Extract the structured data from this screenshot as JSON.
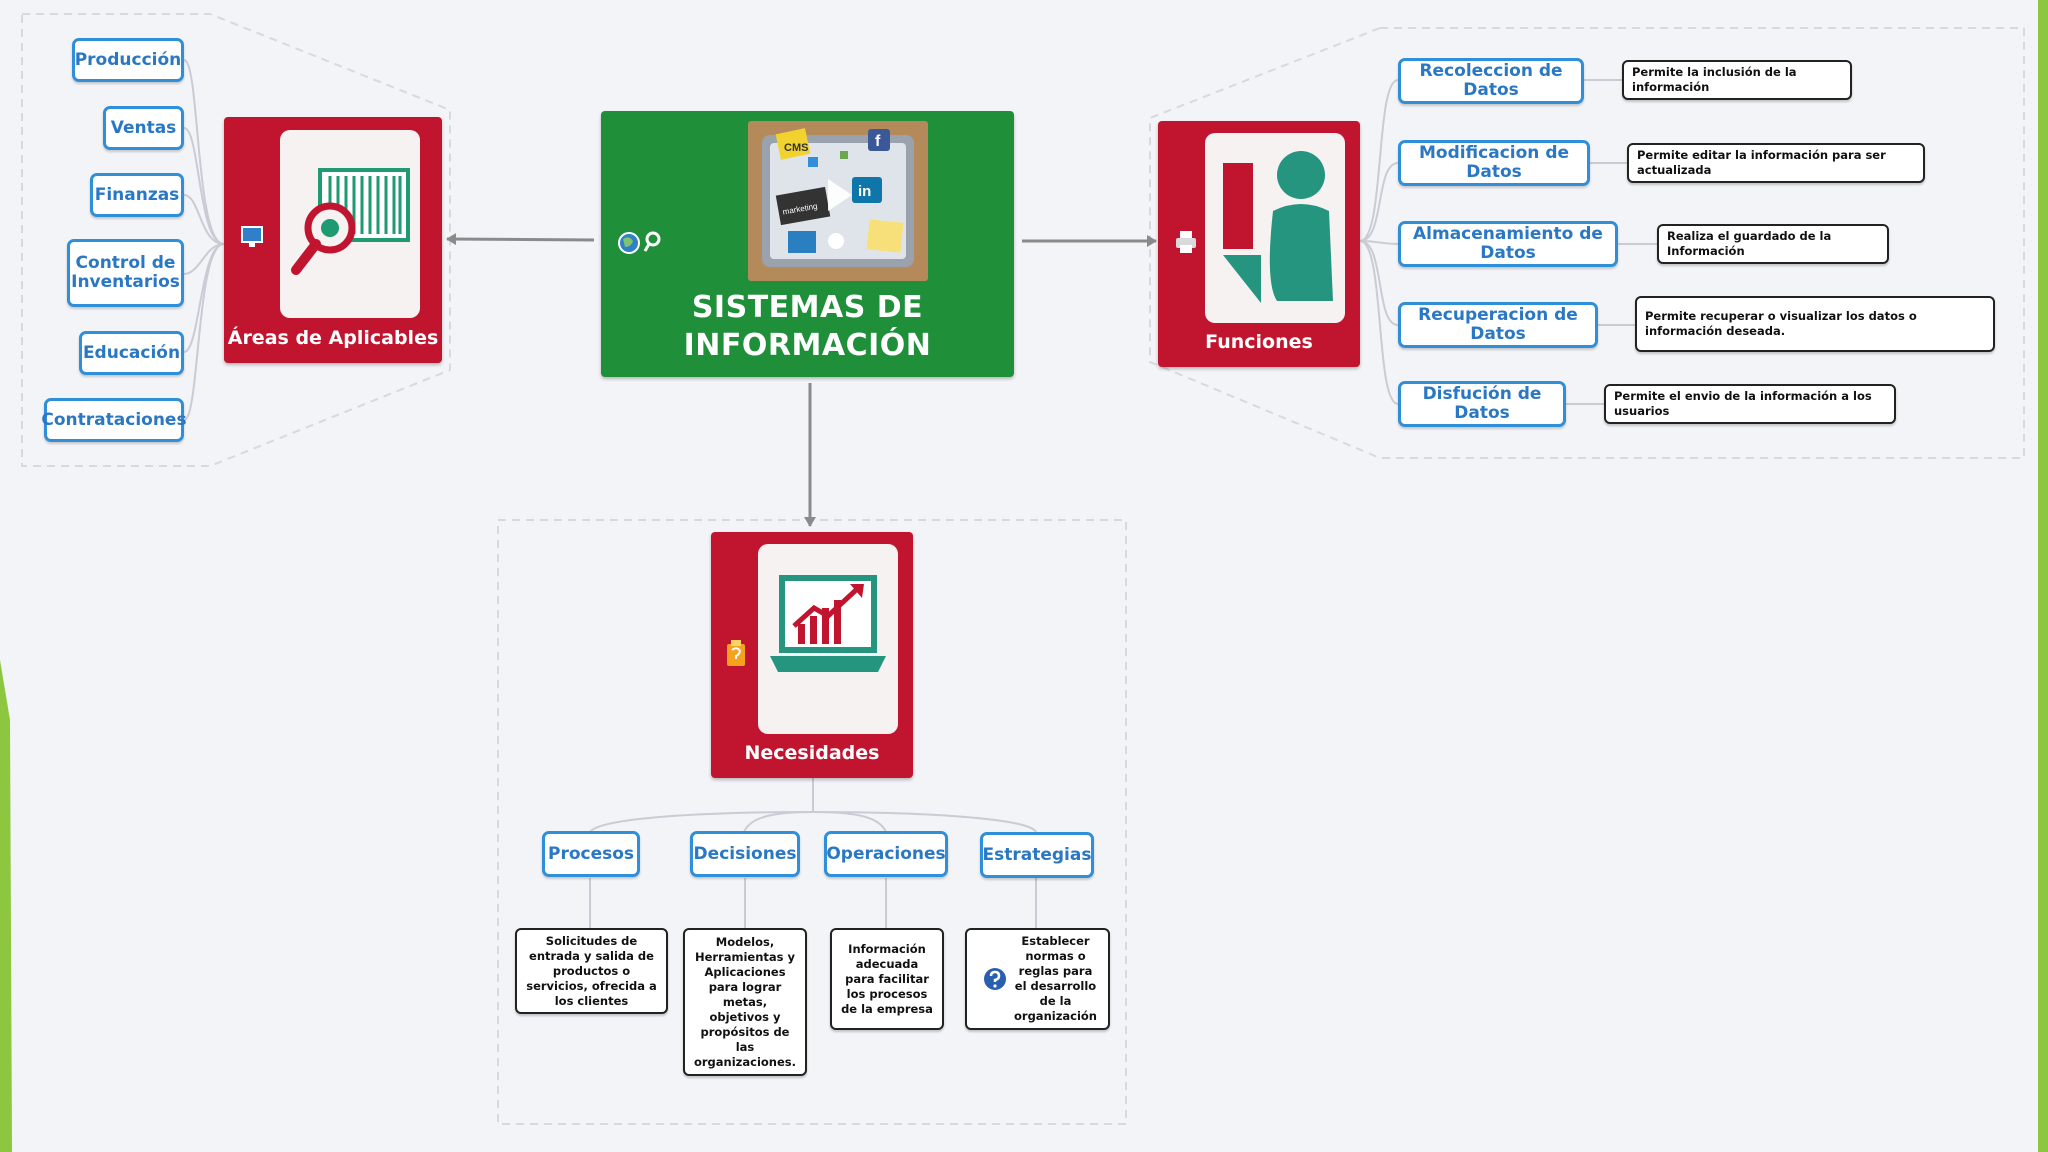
{
  "central": {
    "title": "SISTEMAS DE INFORMACIÓN"
  },
  "areas": {
    "title": "Áreas de Aplicables",
    "items": [
      "Producción",
      "Ventas",
      "Finanzas",
      "Control de Inventarios",
      "Educación",
      "Contrataciones"
    ]
  },
  "funciones": {
    "title": "Funciones",
    "items": [
      {
        "label": "Recoleccion de Datos",
        "desc": "Permite la inclusión de la información"
      },
      {
        "label": "Modificacion de Datos",
        "desc": "Permite editar la información para ser actualizada"
      },
      {
        "label": "Almacenamiento de Datos",
        "desc": "Realiza el guardado de la Información"
      },
      {
        "label": "Recuperacion de Datos",
        "desc": "Permite recuperar o visualizar los datos o información deseada."
      },
      {
        "label": "Disfución de Datos",
        "desc": "Permite el envio de la información a los usuarios"
      }
    ]
  },
  "necesidades": {
    "title": "Necesidades",
    "items": [
      {
        "label": "Procesos",
        "desc": "Solicitudes de entrada y salida de productos o servicios, ofrecida a los clientes"
      },
      {
        "label": "Decisiones",
        "desc": "Modelos, Herramientas y Aplicaciones para lograr metas, objetivos y propósitos de las organizaciones."
      },
      {
        "label": "Operaciones",
        "desc": "Información adecuada para facilitar los procesos de la empresa"
      },
      {
        "label": "Estrategias",
        "desc": "Establecer normas o reglas para el desarrollo de la organización"
      }
    ]
  },
  "collage_text": {
    "cms": "CMS",
    "marketing": "marketing",
    "in": "in",
    "f": "f"
  },
  "colors": {
    "green": "#1f8f3a",
    "red": "#c1152f",
    "blue": "#2f8fd8",
    "teal": "#25957f",
    "accent_bar": "#8dc63f"
  }
}
